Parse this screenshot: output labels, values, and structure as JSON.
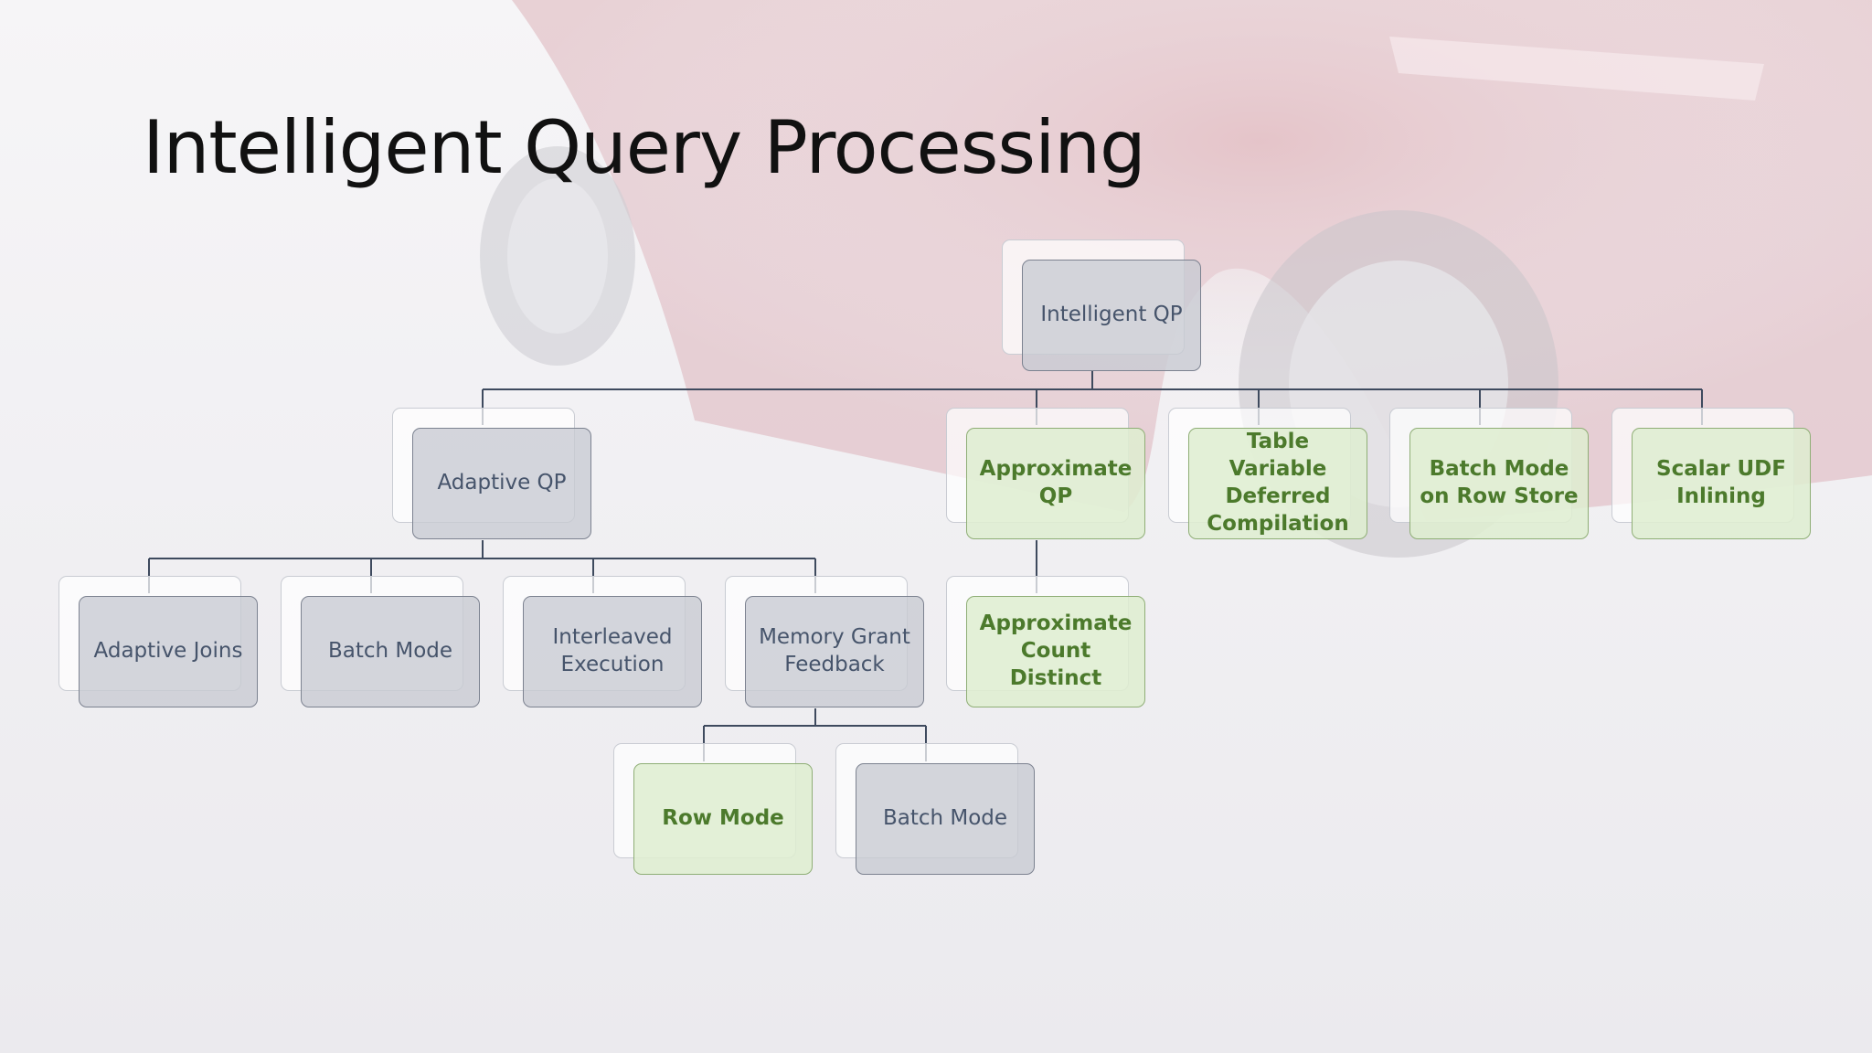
{
  "slide": {
    "title": "Intelligent Query Processing"
  },
  "colors": {
    "gray_fill": "#c8cad2",
    "gray_text": "#46546b",
    "green_fill": "#deeed0",
    "green_text": "#4c7a2c",
    "connector": "#3e4a5e"
  },
  "nodes": {
    "root": "Intelligent QP",
    "adaptive_qp": "Adaptive QP",
    "approximate_qp": "Approximate\nQP",
    "table_variable": "Table Variable\nDeferred\nCompilation",
    "batch_mode_rowstore": "Batch Mode\non Row Store",
    "scalar_udf": "Scalar UDF\nInlining",
    "adaptive_joins": "Adaptive Joins",
    "batch_mode": "Batch Mode",
    "interleaved_execution": "Interleaved\nExecution",
    "memory_grant_feedback": "Memory Grant\nFeedback",
    "approximate_count_distinct": "Approximate\nCount Distinct",
    "row_mode": "Row Mode",
    "batch_mode_mgf": "Batch Mode"
  }
}
